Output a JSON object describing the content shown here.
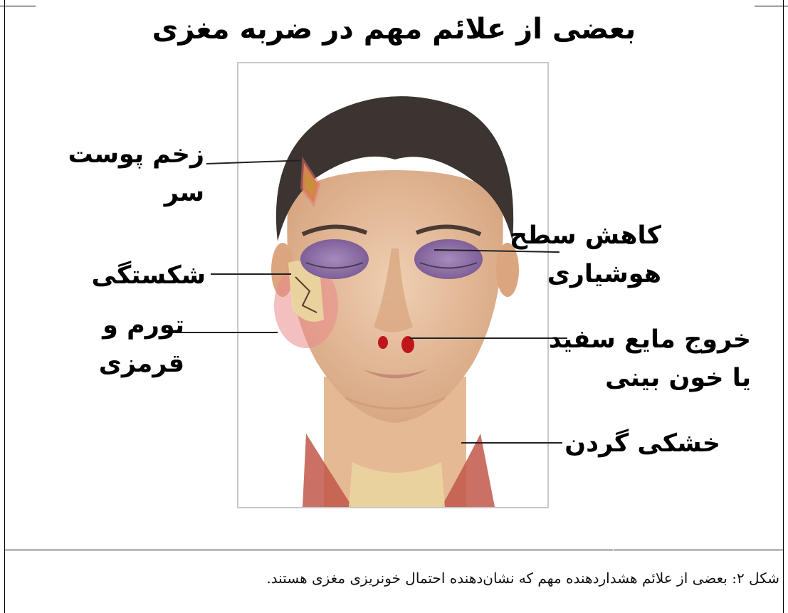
{
  "title": "بعضی از علائم مهم  در ضربه مغزی",
  "labels": {
    "scalp_wound": {
      "line1": "زخم  پوست",
      "line2": "سر"
    },
    "fracture": {
      "line1": "شکستگی"
    },
    "swelling": {
      "line1": "تورم و",
      "line2": "قرمزی"
    },
    "consciousness": {
      "line1": "کاهش سطح",
      "line2": "هوشیاری"
    },
    "nasal_discharge": {
      "line1": "خروج مایع سفید",
      "line2": "یا خون بینی"
    },
    "neck_stiffness": {
      "line1": "خشکی گردن"
    }
  },
  "caption": "شکل ۲: بعضی از علائم هشداردهنده مهم که نشان‌دهنده احتمال خونریزی مغزی هستند.",
  "colors": {
    "hair": "#3b3431",
    "skin": "#e9c3a1",
    "skin_shadow": "#d9a882",
    "eyelid": "#8f73a8",
    "blood": "#c0161b",
    "muscle": "#c2574a",
    "bone": "#ead5a0"
  }
}
